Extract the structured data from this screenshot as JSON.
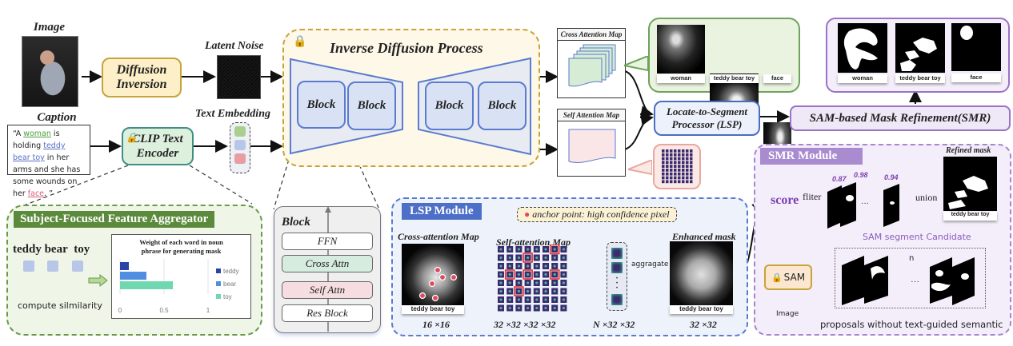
{
  "top_row": {
    "image_label": "Image",
    "diffusion_inversion": "Diffusion Inversion",
    "latent_noise_label": "Latent Noise",
    "caption_label": "Caption",
    "caption_parts": {
      "open": "“A ",
      "subject1": "woman",
      "mid1": " is holding ",
      "subject2": "teddy bear toy",
      "mid2": " in her arms and she has some wounds on her ",
      "subject3": "face",
      "close": ". ”"
    },
    "clip_encoder": "CLIP Text Encoder",
    "text_embedding_label": "Text Embedding",
    "embedding_colors": [
      "#a8d08d",
      "#b8c6e8",
      "#e49ea4"
    ],
    "inverse_diffusion_title": "Inverse Diffusion Process",
    "blocks": [
      "Block",
      "Block",
      "Block",
      "Block"
    ],
    "cross_attention_map": "Cross Attention Map",
    "self_attention_map": "Self Attention Map",
    "lsp_processor": "Locate-to-Segment Processor (LSP)",
    "smr": "SAM-based Mask Refinement(SMR)",
    "cross_attn_thumbs": [
      "woman",
      "teddy bear toy",
      "face"
    ],
    "mask_thumbs": [
      "woman",
      "teddy bear toy",
      "face"
    ]
  },
  "sffa": {
    "title": "Subject-Focused Feature Aggregator",
    "words": [
      "teddy",
      "bear",
      "toy"
    ],
    "compute_label": "compute silmilarity",
    "chart_title_line1": "Weight of each word in noun",
    "chart_title_line2": "phrase for generating mask"
  },
  "chart_data": {
    "type": "bar",
    "orientation": "horizontal",
    "title": "Weight of each word in noun phrase for generating mask",
    "categories": [
      "teddy",
      "bear",
      "toy"
    ],
    "values": [
      0.1,
      0.3,
      0.6
    ],
    "colors": [
      "#2c44a8",
      "#4f8ee0",
      "#6fd8b0"
    ],
    "xlim": [
      0,
      1
    ],
    "xticks": [
      "0",
      "0.5",
      "1"
    ],
    "legend": "right",
    "grid": true
  },
  "block_detail": {
    "title": "Block",
    "layers": [
      "FFN",
      "Cross Attn",
      "Self Attn",
      "Res Block"
    ]
  },
  "lsp_module": {
    "title": "LSP Module",
    "anchor_note": "anchor point: high confidence pixel",
    "cross_attn_label": "Cross-attention Map",
    "cross_attn_caption": "teddy bear toy",
    "cross_attn_dim": "16 ×16",
    "self_attn_label": "Self-attention Map",
    "self_attn_dim": "32 ×32 ×32 ×32",
    "selected_dim": "N ×32 ×32",
    "aggregate": "aggragate",
    "enhanced_label": "Enhanced mask",
    "enhanced_caption": "teddy bear toy",
    "enhanced_dim": "32 ×32"
  },
  "smr_module": {
    "title": "SMR Module",
    "score": "score",
    "filter": "fliter",
    "scores": [
      "0.87",
      "0.98",
      "0.94"
    ],
    "union": "union",
    "refined_label": "Refined mask",
    "refined_caption": "teddy bear toy",
    "candidate_label": "SAM segment Candidate",
    "sam": "SAM",
    "image": "Image",
    "n": "n",
    "proposals_note": "proposals without text-guided semantic"
  }
}
